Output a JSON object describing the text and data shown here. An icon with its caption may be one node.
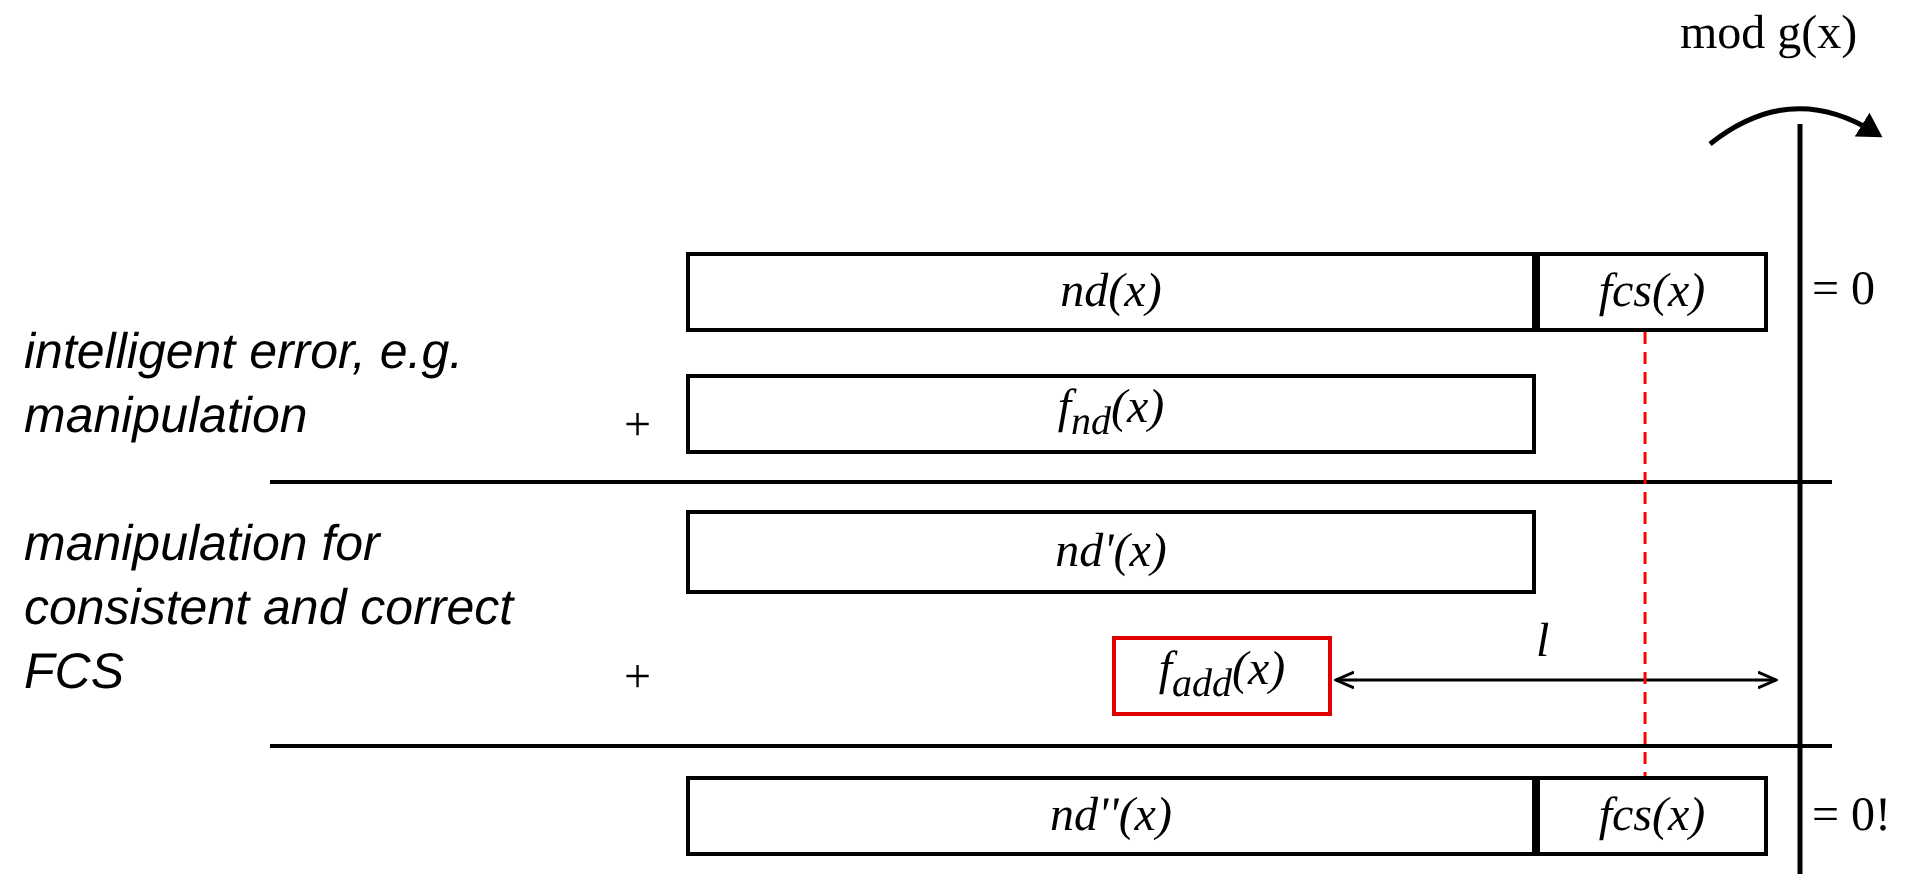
{
  "diagram": {
    "nodes": [
      {
        "text": [
          "nd(x)"
        ]
      },
      {
        "text": [
          "fcs(x)"
        ]
      },
      {
        "text": [
          "f$_{nd}$(x)"
        ]
      },
      {
        "text": [
          "nd'(x)"
        ]
      },
      {
        "text": [
          "f$_{add}$(x)"
        ]
      },
      {
        "text": [
          "nd''(x)"
        ]
      },
      {
        "text": [
          "fcs(x)"
        ]
      }
    ],
    "edges": [
      {
        "from": 1,
        "to": 6,
        "arrow": "none",
        "style": "dashed",
        "color": "#ff0000"
      }
    ],
    "labels": [
      "mod g(x)",
      "= 0",
      "intelligent error, e.g. manipulation",
      "+",
      "*manipulation for consistent and correct* FCS",
      "+",
      "l",
      "= 0!"
    ]
  }
}
